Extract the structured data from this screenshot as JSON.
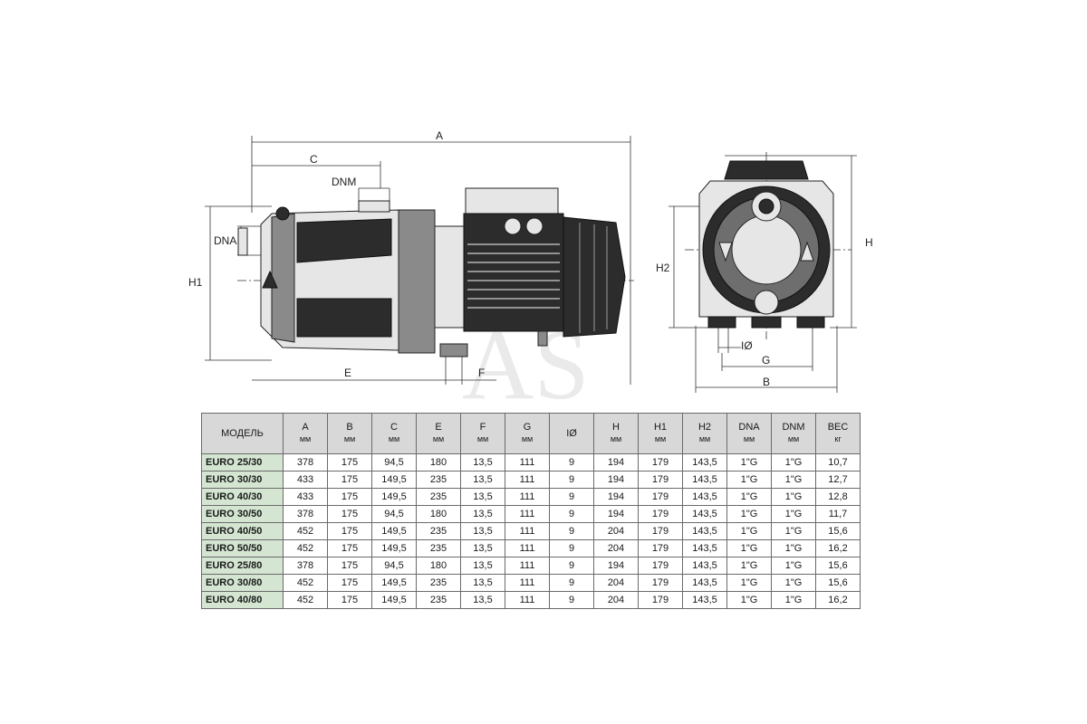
{
  "drawing": {
    "side_view_labels": {
      "A": "A",
      "C": "C",
      "DNM": "DNM",
      "DNA": "DNA",
      "H1": "H1",
      "E": "E",
      "F": "F"
    },
    "front_view_labels": {
      "H": "H",
      "H2": "H2",
      "I": "IØ",
      "G": "G",
      "B": "B"
    },
    "watermark": "AS"
  },
  "table": {
    "headers": [
      {
        "label": "МОДЕЛЬ",
        "unit": ""
      },
      {
        "label": "A",
        "unit": "мм"
      },
      {
        "label": "B",
        "unit": "мм"
      },
      {
        "label": "C",
        "unit": "мм"
      },
      {
        "label": "E",
        "unit": "мм"
      },
      {
        "label": "F",
        "unit": "мм"
      },
      {
        "label": "G",
        "unit": "мм"
      },
      {
        "label": "IØ",
        "unit": ""
      },
      {
        "label": "H",
        "unit": "мм"
      },
      {
        "label": "H1",
        "unit": "мм"
      },
      {
        "label": "H2",
        "unit": "мм"
      },
      {
        "label": "DNA",
        "unit": "мм"
      },
      {
        "label": "DNM",
        "unit": "мм"
      },
      {
        "label": "ВЕС",
        "unit": "кг"
      }
    ],
    "rows": [
      [
        "EURO 25/30",
        "378",
        "175",
        "94,5",
        "180",
        "13,5",
        "111",
        "9",
        "194",
        "179",
        "143,5",
        "1\"G",
        "1\"G",
        "10,7"
      ],
      [
        "EURO 30/30",
        "433",
        "175",
        "149,5",
        "235",
        "13,5",
        "111",
        "9",
        "194",
        "179",
        "143,5",
        "1\"G",
        "1\"G",
        "12,7"
      ],
      [
        "EURO 40/30",
        "433",
        "175",
        "149,5",
        "235",
        "13,5",
        "111",
        "9",
        "194",
        "179",
        "143,5",
        "1\"G",
        "1\"G",
        "12,8"
      ],
      [
        "EURO 30/50",
        "378",
        "175",
        "94,5",
        "180",
        "13,5",
        "111",
        "9",
        "194",
        "179",
        "143,5",
        "1\"G",
        "1\"G",
        "11,7"
      ],
      [
        "EURO 40/50",
        "452",
        "175",
        "149,5",
        "235",
        "13,5",
        "111",
        "9",
        "204",
        "179",
        "143,5",
        "1\"G",
        "1\"G",
        "15,6"
      ],
      [
        "EURO 50/50",
        "452",
        "175",
        "149,5",
        "235",
        "13,5",
        "111",
        "9",
        "204",
        "179",
        "143,5",
        "1\"G",
        "1\"G",
        "16,2"
      ],
      [
        "EURO 25/80",
        "378",
        "175",
        "94,5",
        "180",
        "13,5",
        "111",
        "9",
        "194",
        "179",
        "143,5",
        "1\"G",
        "1\"G",
        "15,6"
      ],
      [
        "EURO 30/80",
        "452",
        "175",
        "149,5",
        "235",
        "13,5",
        "111",
        "9",
        "204",
        "179",
        "143,5",
        "1\"G",
        "1\"G",
        "15,6"
      ],
      [
        "EURO 40/80",
        "452",
        "175",
        "149,5",
        "235",
        "13,5",
        "111",
        "9",
        "204",
        "179",
        "143,5",
        "1\"G",
        "1\"G",
        "16,2"
      ]
    ]
  }
}
